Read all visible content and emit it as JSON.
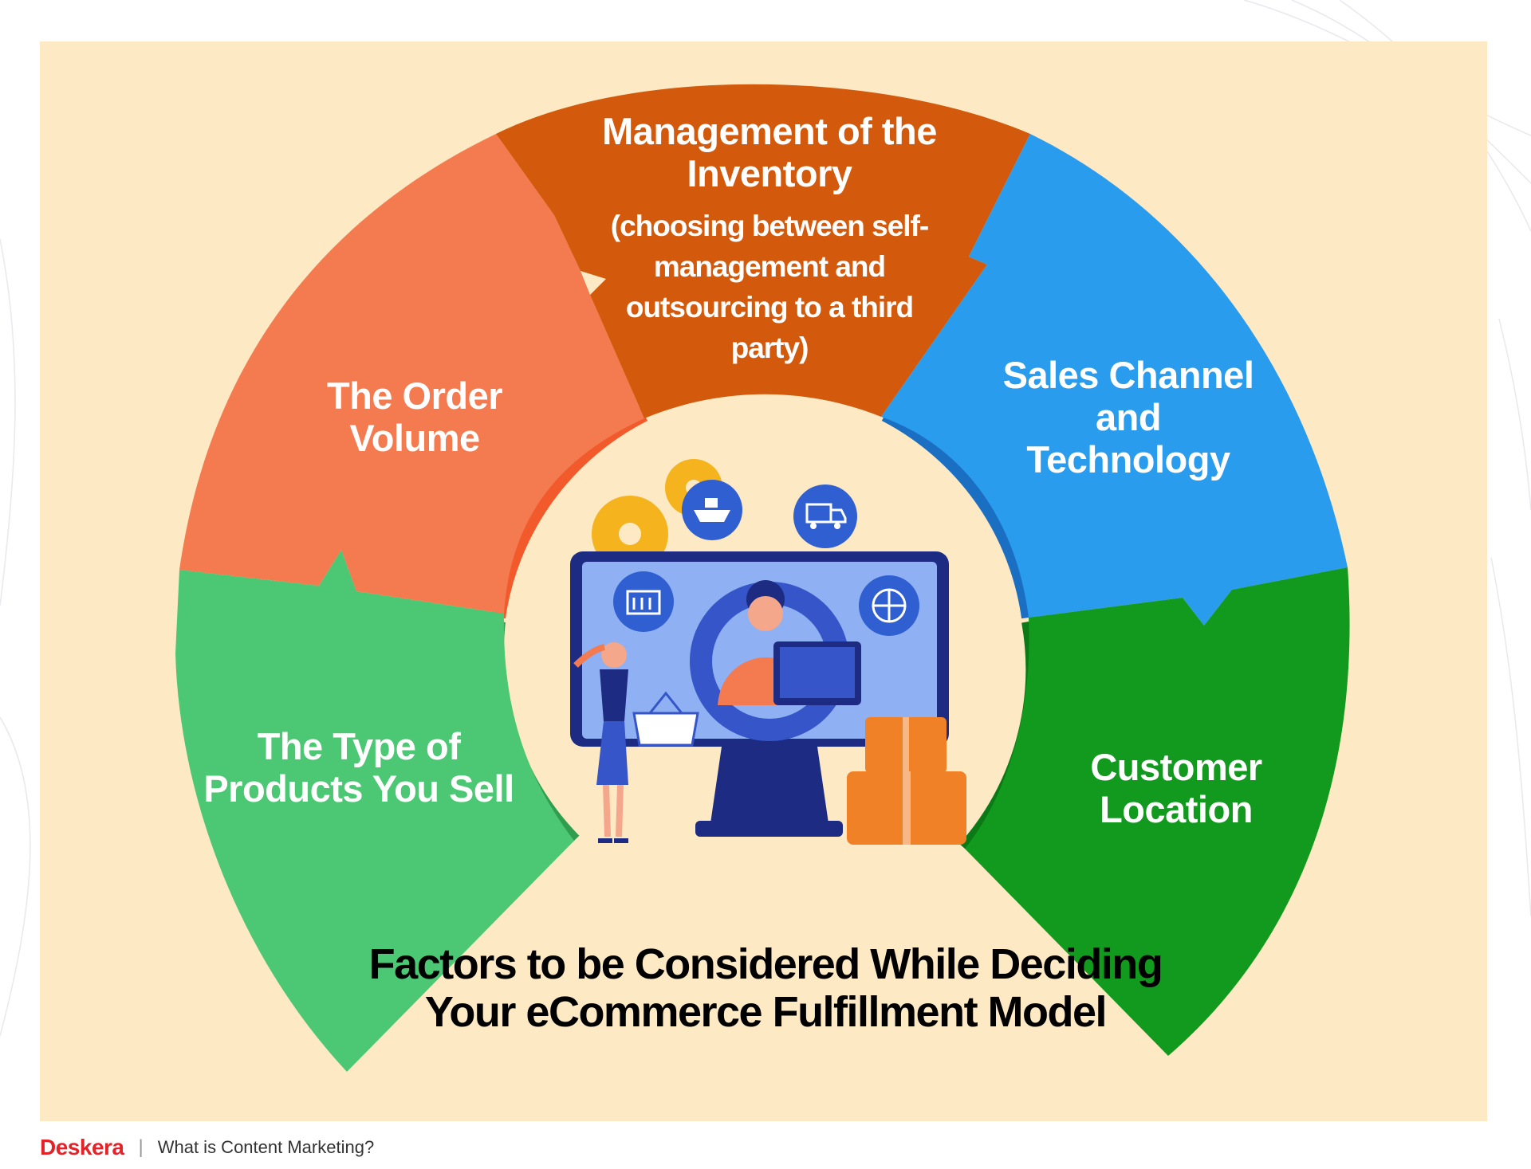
{
  "title": "Factors to be Considered While Deciding Your eCommerce Fulfillment Model",
  "segments": [
    {
      "label": "The Type of Products You Sell",
      "color": "#4cc773"
    },
    {
      "label": "The Order Volume",
      "color": "#f47a4f"
    },
    {
      "label": "Management of the Inventory",
      "sublabel": "(choosing between self-management and outsourcing to a third party)",
      "color": "#d35a0c"
    },
    {
      "label": "Sales Channel and Technology",
      "color": "#2a9ced"
    },
    {
      "label": "Customer Location",
      "color": "#119a1e"
    }
  ],
  "colors": {
    "panel": "#fde9c4",
    "title": "#000000",
    "brand": "#e52228"
  },
  "illustration": {
    "icons": [
      "gear-icon",
      "ship-icon",
      "truck-icon",
      "warehouse-icon",
      "globe-icon",
      "headset-agent-icon",
      "shopping-basket-icon",
      "cardboard-box-icon"
    ]
  },
  "footer": {
    "brand": "Deskera",
    "separator": "|",
    "text": "What is Content Marketing?"
  }
}
